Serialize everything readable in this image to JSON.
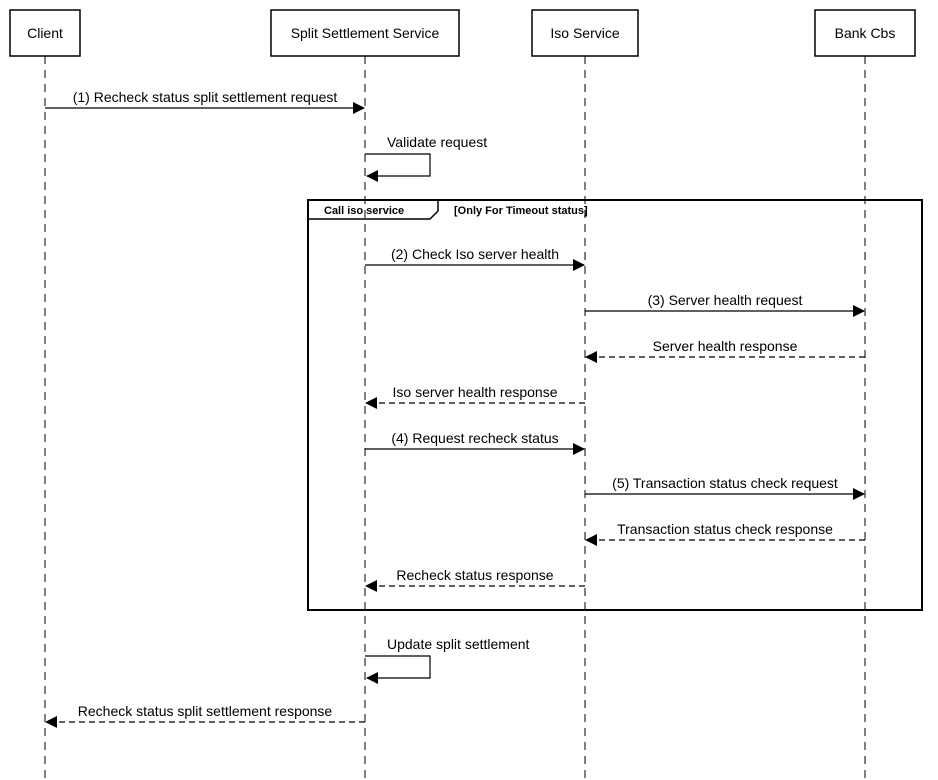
{
  "participants": [
    {
      "id": "client",
      "name": "Client"
    },
    {
      "id": "sss",
      "name": "Split Settlement Service"
    },
    {
      "id": "iso",
      "name": "Iso Service"
    },
    {
      "id": "bank",
      "name": "Bank Cbs"
    }
  ],
  "frame": {
    "title": "Call iso service",
    "condition": "[Only For Timeout status]"
  },
  "messages": [
    {
      "from": "client",
      "to": "sss",
      "label": "(1) Recheck status split settlement request",
      "style": "solid"
    },
    {
      "from": "sss",
      "to": "sss",
      "label": "Validate request",
      "style": "self"
    },
    {
      "from": "sss",
      "to": "iso",
      "label": "(2) Check Iso server health",
      "style": "solid"
    },
    {
      "from": "iso",
      "to": "bank",
      "label": "(3) Server health request",
      "style": "solid"
    },
    {
      "from": "bank",
      "to": "iso",
      "label": "Server health response",
      "style": "dashed"
    },
    {
      "from": "iso",
      "to": "sss",
      "label": "Iso server health response",
      "style": "dashed"
    },
    {
      "from": "sss",
      "to": "iso",
      "label": "(4) Request recheck status",
      "style": "solid"
    },
    {
      "from": "iso",
      "to": "bank",
      "label": "(5) Transaction status check request",
      "style": "solid"
    },
    {
      "from": "bank",
      "to": "iso",
      "label": "Transaction status check response",
      "style": "dashed"
    },
    {
      "from": "iso",
      "to": "sss",
      "label": "Recheck status response",
      "style": "dashed"
    },
    {
      "from": "sss",
      "to": "sss",
      "label": "Update split settlement",
      "style": "self"
    },
    {
      "from": "sss",
      "to": "client",
      "label": "Recheck status split settlement response",
      "style": "dashed"
    }
  ]
}
